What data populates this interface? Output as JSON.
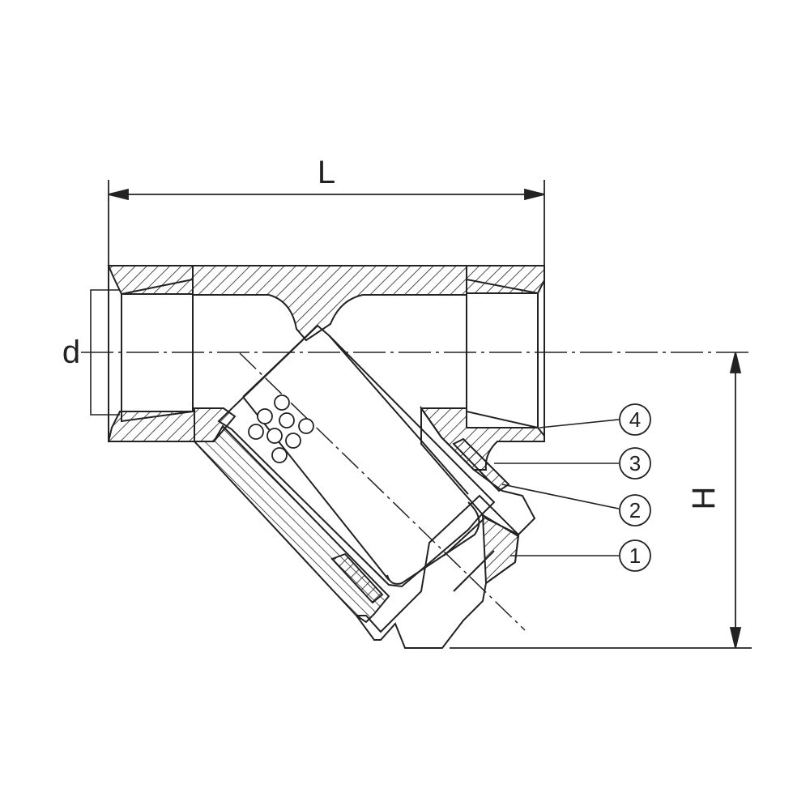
{
  "drawing": {
    "dimensions": {
      "length": "L",
      "diameter": "d",
      "height": "H"
    },
    "parts": [
      {
        "number": "4"
      },
      {
        "number": "3"
      },
      {
        "number": "2"
      },
      {
        "number": "1"
      }
    ]
  },
  "colors": {
    "ink": "#222222",
    "background": "#ffffff",
    "hatch": "#222222"
  }
}
